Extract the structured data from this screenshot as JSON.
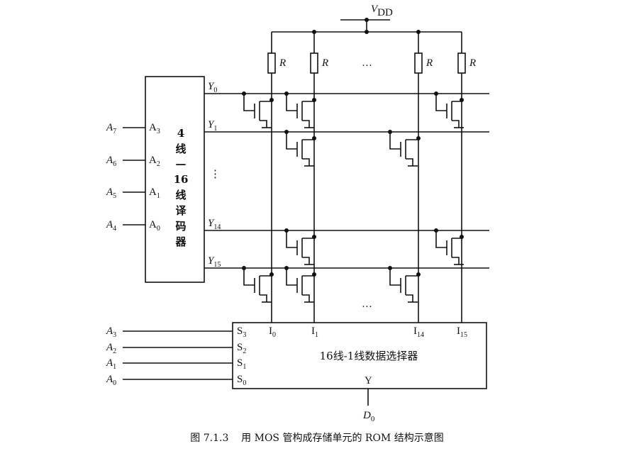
{
  "supply": {
    "symbol": "V",
    "subscript": "DD"
  },
  "resistor_label": "R",
  "ellipsis": "…",
  "vertical_ellipsis": "⋮",
  "decoder": {
    "title_lines": [
      "4",
      "线",
      "—",
      "16",
      "线",
      "译",
      "码",
      "器"
    ],
    "inputs": [
      {
        "ext": "A",
        "ext_sub": "7",
        "pin": "A",
        "pin_sub": "3"
      },
      {
        "ext": "A",
        "ext_sub": "6",
        "pin": "A",
        "pin_sub": "2"
      },
      {
        "ext": "A",
        "ext_sub": "5",
        "pin": "A",
        "pin_sub": "1"
      },
      {
        "ext": "A",
        "ext_sub": "4",
        "pin": "A",
        "pin_sub": "0"
      }
    ],
    "outputs": [
      {
        "name": "Y",
        "sub": "0"
      },
      {
        "name": "Y",
        "sub": "1"
      },
      {
        "name": "Y",
        "sub": "14"
      },
      {
        "name": "Y",
        "sub": "15"
      }
    ]
  },
  "mux": {
    "title": "16线-1线数据选择器",
    "selects": [
      {
        "ext": "A",
        "ext_sub": "3",
        "pin": "S",
        "pin_sub": "3"
      },
      {
        "ext": "A",
        "ext_sub": "2",
        "pin": "S",
        "pin_sub": "2"
      },
      {
        "ext": "A",
        "ext_sub": "1",
        "pin": "S",
        "pin_sub": "1"
      },
      {
        "ext": "A",
        "ext_sub": "0",
        "pin": "S",
        "pin_sub": "0"
      }
    ],
    "data_inputs": [
      {
        "name": "I",
        "sub": "0"
      },
      {
        "name": "I",
        "sub": "1"
      },
      {
        "name": "I",
        "sub": "14"
      },
      {
        "name": "I",
        "sub": "15"
      }
    ],
    "output_pin": "Y",
    "output": {
      "name": "D",
      "sub": "0"
    }
  },
  "caption": "图 7.1.3    用 MOS 管构成存储单元的 ROM 结构示意图"
}
